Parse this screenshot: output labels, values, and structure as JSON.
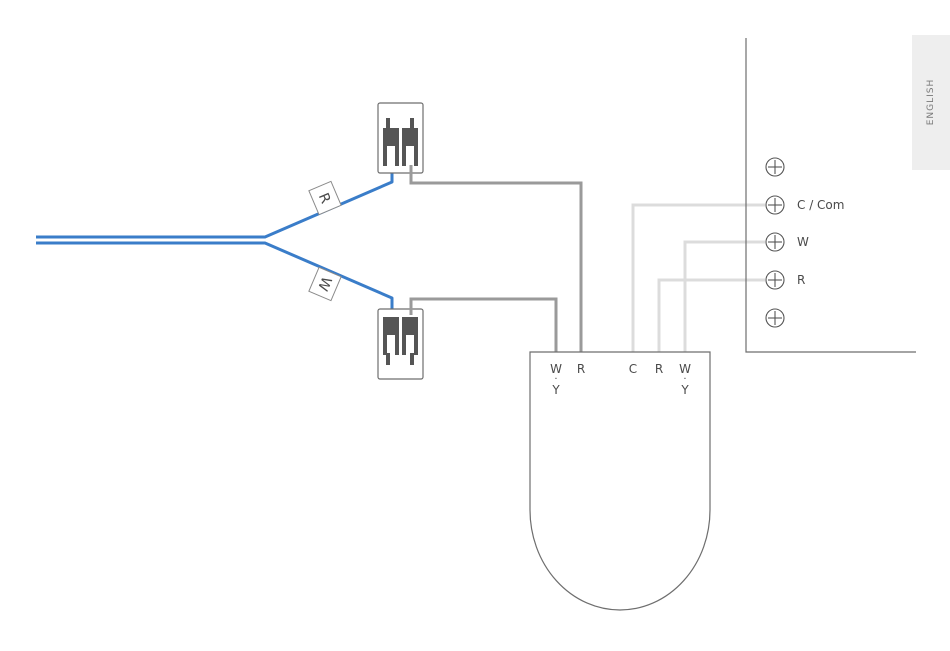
{
  "language_tab": {
    "label": "ENGLISH"
  },
  "wire_tags": {
    "upper": "R",
    "lower": "W"
  },
  "wall_terminals": [
    {
      "label": ""
    },
    {
      "label": "C / Com"
    },
    {
      "label": "W"
    },
    {
      "label": "R"
    },
    {
      "label": ""
    }
  ],
  "device_terminals": {
    "left": {
      "wy_top": "W",
      "wy_dot": "·",
      "wy_bottom": "Y",
      "r": "R"
    },
    "right": {
      "c": "C",
      "r": "R",
      "wy_top": "W",
      "wy_dot": "·",
      "wy_bottom": "Y"
    }
  },
  "colors": {
    "blue_wire": "#3a7dc9",
    "dark_grey_wire": "#9a9a9a",
    "light_grey_wire": "#dcdcdc",
    "outline": "#6e6e6e",
    "connector_fill": "#555555",
    "tab_background": "#eeeeee"
  }
}
